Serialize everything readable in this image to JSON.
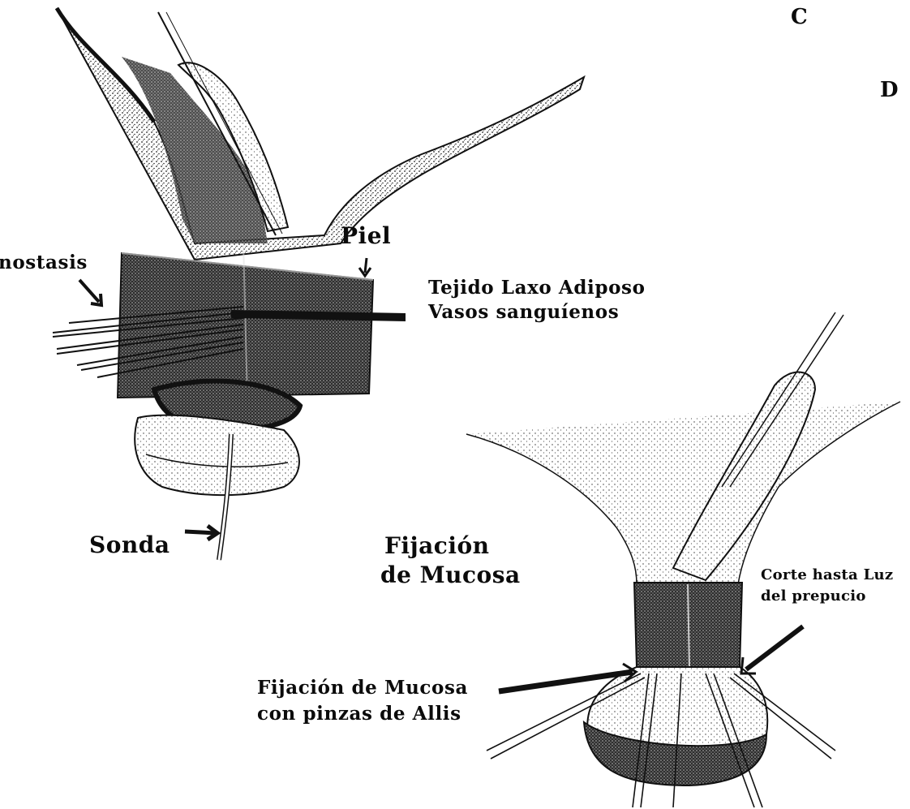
{
  "panels": {
    "c": "C",
    "d": "D"
  },
  "labels": {
    "hemostasis": "nostasis",
    "piel": "Piel",
    "tejido": "Tejido Laxo Adiposo",
    "vasos": "Vasos sanguíenos",
    "sonda": "Sonda",
    "fijacion_title_1": "Fijación",
    "fijacion_title_2": "de Mucosa",
    "corte_1": "Corte hasta Luz",
    "corte_2": "del prepucio",
    "fijacion_pinzas_1": "Fijación de Mucosa",
    "fijacion_pinzas_2": "con pinzas de Allis"
  },
  "colors": {
    "ink": "#111111",
    "stipple": "#3a3a3a",
    "paper": "#ffffff"
  }
}
